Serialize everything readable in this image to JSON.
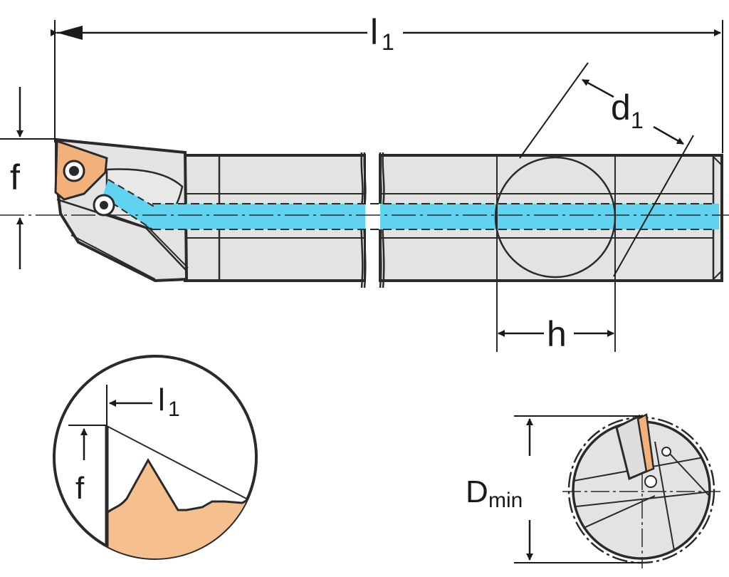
{
  "labels": {
    "overall_length": {
      "main": "l",
      "sub": "1"
    },
    "diameter": {
      "main": "d",
      "sub": "1"
    },
    "height": {
      "main": "h"
    },
    "offset": {
      "main": "f"
    },
    "detail_length": {
      "main": "l",
      "sub": "1"
    },
    "detail_offset": {
      "main": "f"
    },
    "min_bore": {
      "main": "D",
      "sub": "min"
    }
  },
  "colors": {
    "body": "#e3e3e3",
    "outline": "#2a2a2a",
    "coolant": "#5fd3ef",
    "insert": "#f2b07a",
    "profile": "#f6c08e"
  }
}
